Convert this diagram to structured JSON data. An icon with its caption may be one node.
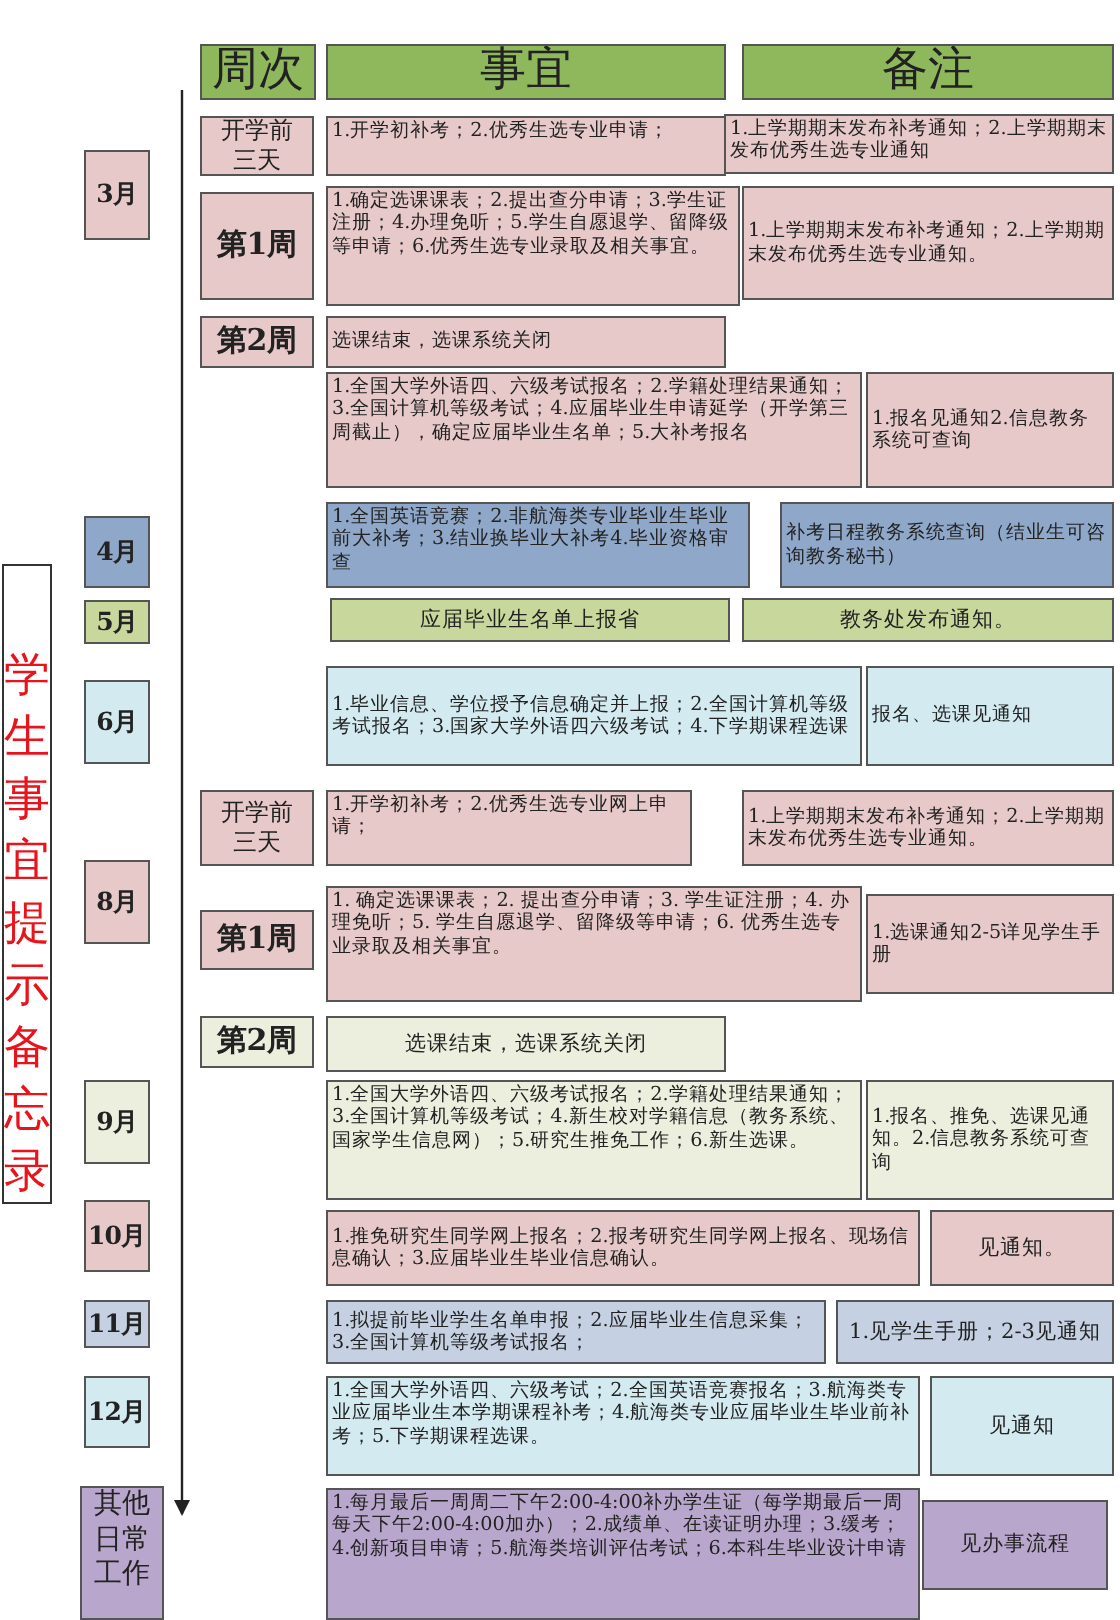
{
  "diagram": {
    "nodes": [
      {
        "text": [
          "学生事宜提示备忘录"
        ]
      },
      {
        "text": [
          "周次"
        ]
      },
      {
        "text": [
          "事宜"
        ]
      },
      {
        "text": [
          "备注"
        ]
      },
      {
        "text": [
          "3月"
        ]
      },
      {
        "text": [
          "开学前三天"
        ]
      },
      {
        "text": [
          "1.开学初补考；2.优秀生选专业申请；"
        ]
      },
      {
        "text": [
          "1.上学期期末发布补考通知；2.上学期期末发布优秀生选专业通知"
        ]
      },
      {
        "text": [
          "第1周"
        ]
      },
      {
        "text": [
          "1.确定选课课表；2.提出查分申请；3.学生证注册；4.办理免听；5.学生自愿退学、留降级等申请；6.优秀生选专业录取及相关事宜。"
        ]
      },
      {
        "text": [
          "1.上学期期末发布补考通知；2.上学期期末发布优秀生选专业通知。"
        ]
      },
      {
        "text": [
          "第2周"
        ]
      },
      {
        "text": [
          "选课结束，选课系统关闭"
        ]
      },
      {
        "text": [
          "1.全国大学外语四、六级考试报名；2.学籍处理结果通知；3.全国计算机等级考试；4.应届毕业生申请延学（开学第三周截止），确定应届毕业生名单；5.大补考报名"
        ]
      },
      {
        "text": [
          "1.报名见通知2.信息教务系统可查询"
        ]
      },
      {
        "text": [
          "4月"
        ]
      },
      {
        "text": [
          "1.全国英语竞赛；2.非航海类专业毕业生毕业前大补考；3.结业换毕业大补考4.毕业资格审查"
        ]
      },
      {
        "text": [
          "补考日程教务系统查询（结业生可咨询教务秘书）"
        ]
      },
      {
        "text": [
          "5月"
        ]
      },
      {
        "text": [
          "应届毕业生名单上报省"
        ]
      },
      {
        "text": [
          "教务处发布通知。"
        ]
      },
      {
        "text": [
          "6月"
        ]
      },
      {
        "text": [
          "1.毕业信息、学位授予信息确定并上报；2.全国计算机等级考试报名；3.国家大学外语四六级考试；4.下学期课程选课"
        ]
      },
      {
        "text": [
          "报名、选课见通知"
        ]
      },
      {
        "text": [
          "开学前三天"
        ]
      },
      {
        "text": [
          "1.开学初补考；2.优秀生选专业网上申请；"
        ]
      },
      {
        "text": [
          "1.上学期期末发布补考通知；2.上学期期末发布优秀生选专业通知。"
        ]
      },
      {
        "text": [
          "8月"
        ]
      },
      {
        "text": [
          "第1周"
        ]
      },
      {
        "text": [
          "1. 确定选课课表；2. 提出查分申请；3. 学生证注册；4. 办理免听；5. 学生自愿退学、留降级等申请；6. 优秀生选专业录取及相关事宜。"
        ]
      },
      {
        "text": [
          "1.选课通知2-5详见学生手册"
        ]
      },
      {
        "text": [
          "第2周"
        ]
      },
      {
        "text": [
          "选课结束，选课系统关闭"
        ]
      },
      {
        "text": [
          "9月"
        ]
      },
      {
        "text": [
          "1.全国大学外语四、六级考试报名；2.学籍处理结果通知；3.全国计算机等级考试；4.新生校对学籍信息（教务系统、国家学生信息网）；5.研究生推免工作；6.新生选课。"
        ]
      },
      {
        "text": [
          "1.报名、推免、选课见通知。2.信息教务系统可查询"
        ]
      },
      {
        "text": [
          "10月"
        ]
      },
      {
        "text": [
          "1.推免研究生同学网上报名；2.报考研究生同学网上报名、现场信息确认；3.应届毕业生毕业信息确认。"
        ]
      },
      {
        "text": [
          "见通知。"
        ]
      },
      {
        "text": [
          "11月"
        ]
      },
      {
        "text": [
          "1.拟提前毕业学生名单申报；2.应届毕业生信息采集；3.全国计算机等级考试报名；"
        ]
      },
      {
        "text": [
          "1.见学生手册；2-3见通知"
        ]
      },
      {
        "text": [
          "12月"
        ]
      },
      {
        "text": [
          "1.全国大学外语四、六级考试；2.全国英语竞赛报名；3.航海类专业应届毕业生本学期课程补考；4.航海类专业应届毕业生毕业前补考；5.下学期课程选课。"
        ]
      },
      {
        "text": [
          "见通知"
        ]
      },
      {
        "text": [
          "其他日常工作"
        ]
      },
      {
        "text": [
          "1.每月最后一周周二下午2:00-4:00补办学生证（每学期最后一周每天下午2:00-4:00加办）；2.成绩单、在读证明办理；3.缓考；4.创新项目申请；5.航海类培训评估考试；6.本科生毕业设计申请"
        ]
      },
      {
        "text": [
          "见办事流程"
        ]
      }
    ]
  }
}
